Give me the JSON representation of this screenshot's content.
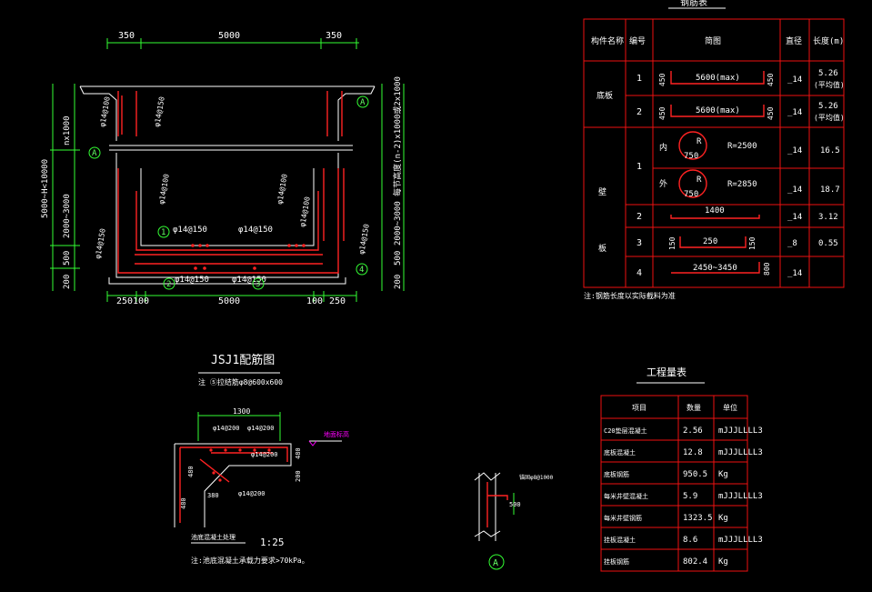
{
  "colors": {
    "background": "#000000",
    "outline": "#ffffff",
    "dimension": "#33ff33",
    "rebar": "#ff2222",
    "table": "#dd1111",
    "accent": "#ff00ff"
  },
  "section": {
    "top_dims": [
      "350",
      "5000",
      "350"
    ],
    "bottom_dims": [
      "250",
      "100",
      "5000",
      "100",
      "250"
    ],
    "left_dims": [
      "5000~H<10000",
      "nx1000",
      "2000~3000",
      "500",
      "200"
    ],
    "right_dims": [
      "2000~3000 每节高度(n-2)x1000或2x1000",
      "2000~3000",
      "500",
      "200"
    ],
    "rebar_labels": {
      "l1": "φ14@100",
      "l2": "φ14@150",
      "l3": "φ14@100",
      "l4": "φ14@150",
      "r1": "φ14@100",
      "r2": "φ14@100",
      "r3": "φ14@150",
      "b1": "φ14@150",
      "b2": "φ14@150",
      "f1": "φ14@150",
      "f2": "φ14@150"
    },
    "markers": [
      "1",
      "2",
      "3",
      "4",
      "A",
      "A"
    ]
  },
  "rebar_table": {
    "title": "钢筋表",
    "headers": [
      "构件名称",
      "编号",
      "简图",
      "直径",
      "长度(m)"
    ],
    "groups": [
      "底板",
      "壁",
      "板"
    ],
    "rows": [
      {
        "no": "1",
        "shape": "5600(max)",
        "side_l": "450",
        "side_r": "450",
        "dia": "_14",
        "len": "5.26",
        "note": "(平均值)"
      },
      {
        "no": "2",
        "shape": "5600(max)",
        "side_l": "450",
        "side_r": "450",
        "dia": "_14",
        "len": "5.26",
        "note": "(平均值)"
      },
      {
        "no": "1",
        "prefix": "内",
        "shape": "R=2500",
        "r": "R",
        "sub": "750",
        "dia": "_14",
        "len": "16.5"
      },
      {
        "no": "",
        "prefix": "外",
        "shape": "R=2850",
        "r": "R",
        "sub": "750",
        "dia": "_14",
        "len": "18.7"
      },
      {
        "no": "2",
        "shape": "1400",
        "dia": "_14",
        "len": "3.12"
      },
      {
        "no": "3",
        "shape": "250",
        "side_l": "150",
        "side_r": "150",
        "dia": "_8",
        "len": "0.55"
      },
      {
        "no": "4",
        "shape": "2450~3450",
        "side_r": "800",
        "dia": "_14",
        "len": ""
      }
    ],
    "note": "注:钢筋长度以实际截料为准"
  },
  "jsj": {
    "title": "JSJ1配筋图",
    "subtitle": "注 ⑤拉结筋φ8@600x600",
    "dims": [
      "1300",
      "φ14@200",
      "φ14@200",
      "φ14@200",
      "φ14@200",
      "480",
      "480",
      "380",
      "200",
      "480"
    ],
    "scale": "1:25",
    "caption": "池底混凝土处理",
    "note": "注:池底混凝土承载力要求>70kPa。",
    "tag": "地面标高"
  },
  "detail_a": {
    "label": "A",
    "note": "锚固φ8@1000",
    "dim": "500"
  },
  "qty_table": {
    "title": "工程量表",
    "headers": [
      "项目",
      "数量",
      "单位"
    ],
    "rows": [
      [
        "C20垫层混凝土",
        "2.56",
        "mJJJLLLL3"
      ],
      [
        "底板混凝土",
        "12.8",
        "mJJJLLLL3"
      ],
      [
        "底板钢筋",
        "950.5",
        "Kg"
      ],
      [
        "每米井壁混凝土",
        "5.9",
        "mJJJLLLL3"
      ],
      [
        "每米井壁钢筋",
        "1323.5",
        "Kg"
      ],
      [
        "挂板混凝土",
        "8.6",
        "mJJJLLLL3"
      ],
      [
        "挂板钢筋",
        "802.4",
        "Kg"
      ]
    ]
  }
}
